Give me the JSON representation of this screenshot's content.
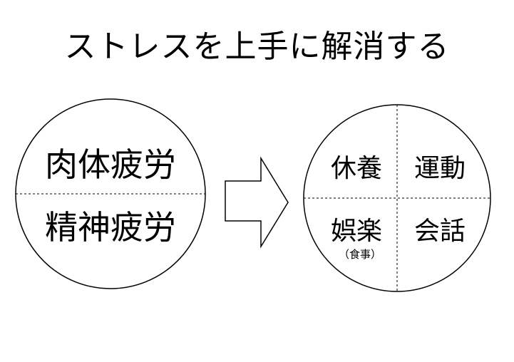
{
  "title": "ストレスを上手に解消する",
  "left_circle": {
    "top_label": "肉体疲労",
    "bottom_label": "精神疲労"
  },
  "right_circle": {
    "top_left": "休養",
    "top_right": "運動",
    "bottom_left": "娯楽",
    "bottom_left_note": "（食事）",
    "bottom_right": "会話"
  }
}
